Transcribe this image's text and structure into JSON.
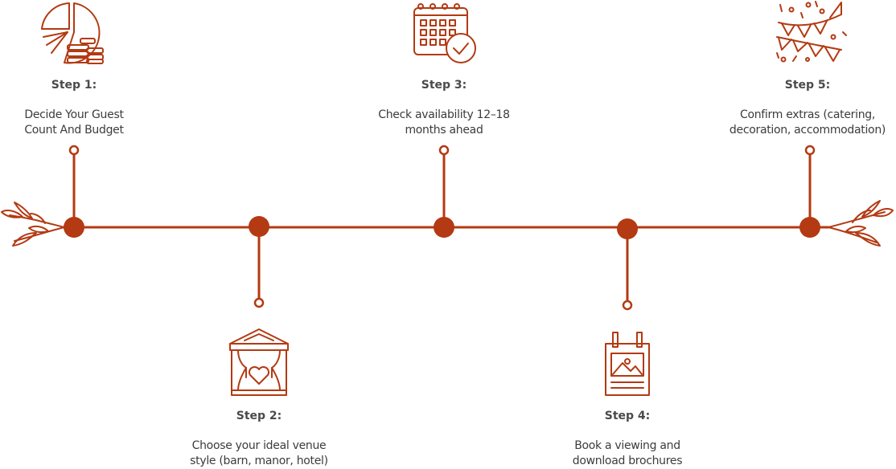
{
  "accent_color": "#b33a12",
  "steps": [
    {
      "title": "Step 1:",
      "desc_line1": "Decide Your Guest",
      "desc_line2": "Count And Budget",
      "icon": "pie-chart-coins-icon",
      "position": "above"
    },
    {
      "title": "Step 2:",
      "desc_line1": "Choose your ideal venue",
      "desc_line2": "style (barn, manor, hotel)",
      "icon": "venue-stage-icon",
      "position": "below"
    },
    {
      "title": "Step 3:",
      "desc_line1": "Check availability 12–18",
      "desc_line2": "months ahead",
      "icon": "calendar-check-icon",
      "position": "above"
    },
    {
      "title": "Step 4:",
      "desc_line1": "Book a viewing and",
      "desc_line2": "download brochures",
      "icon": "brochure-icon",
      "position": "below"
    },
    {
      "title": "Step 5:",
      "desc_line1": "Confirm extras (catering,",
      "desc_line2": "decoration, accommodation)",
      "icon": "bunting-confetti-icon",
      "position": "above"
    }
  ]
}
